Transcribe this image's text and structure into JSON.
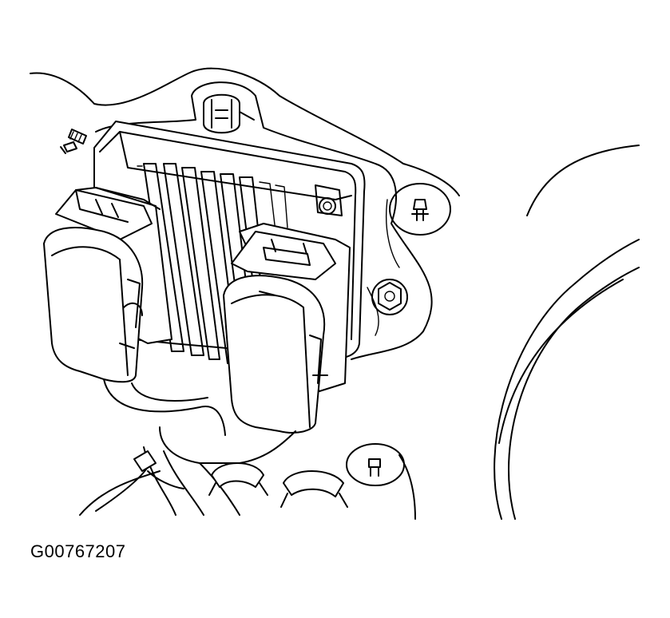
{
  "figure": {
    "id": "G00767207"
  },
  "colors": {
    "line": "#000000",
    "background": "#ffffff"
  },
  "icons": {
    "module": "control-module-illustration",
    "connectors": [
      "left-harness-connector",
      "right-harness-connector"
    ],
    "fasteners": [
      "top-nut",
      "loose-screw",
      "right-stud",
      "right-mount-nut",
      "lower-stud"
    ]
  }
}
